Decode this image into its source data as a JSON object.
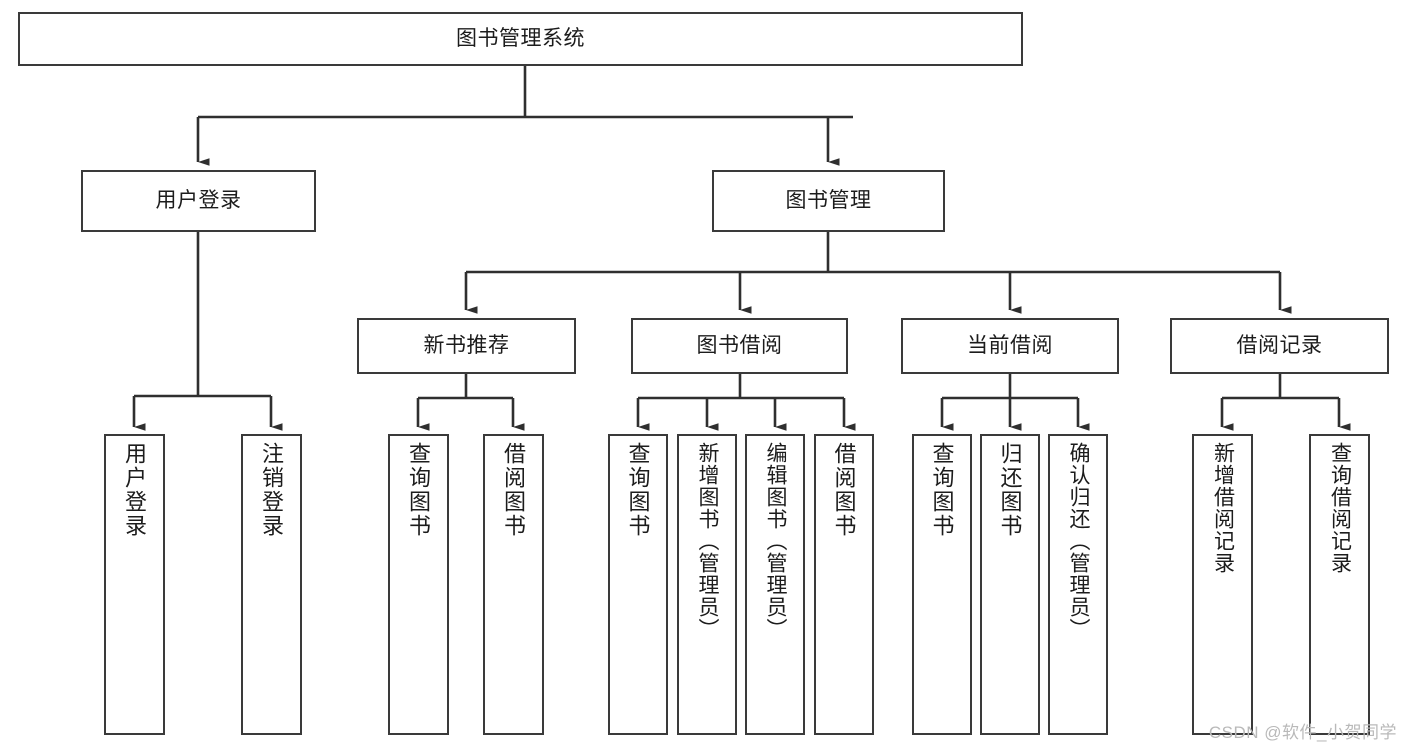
{
  "diagram": {
    "title": "图书管理系统",
    "type": "tree-hierarchy-chart",
    "stroke_color": "#3a3a3a",
    "background_color": "#ffffff",
    "watermark": "CSDN @软件_小贺同学"
  },
  "nodes": {
    "root": {
      "label": "图书管理系统"
    },
    "tier2": [
      {
        "label": "用户登录"
      },
      {
        "label": "图书管理"
      }
    ],
    "tier3": [
      {
        "label": "新书推荐"
      },
      {
        "label": "图书借阅"
      },
      {
        "label": "当前借阅"
      },
      {
        "label": "借阅记录"
      }
    ],
    "leaves": {
      "user_login": [
        {
          "label": "用户登录"
        },
        {
          "label": "注销登录"
        }
      ],
      "new_book_recommend": [
        {
          "label": "查询图书"
        },
        {
          "label": "借阅图书"
        }
      ],
      "book_borrow": [
        {
          "label": "查询图书"
        },
        {
          "label": "新增图书（管理员）"
        },
        {
          "label": "编辑图书（管理员）"
        },
        {
          "label": "借阅图书"
        }
      ],
      "current_borrow": [
        {
          "label": "查询图书"
        },
        {
          "label": "归还图书"
        },
        {
          "label": "确认归还（管理员）"
        }
      ],
      "borrow_record": [
        {
          "label": "新增借阅记录"
        },
        {
          "label": "查询借阅记录"
        }
      ]
    }
  },
  "chart_data": {
    "type": "tree",
    "title": "图书管理系统",
    "root": "图书管理系统",
    "edges": [
      [
        "图书管理系统",
        "用户登录"
      ],
      [
        "图书管理系统",
        "图书管理"
      ],
      [
        "用户登录",
        "用户登录"
      ],
      [
        "用户登录",
        "注销登录"
      ],
      [
        "图书管理",
        "新书推荐"
      ],
      [
        "图书管理",
        "图书借阅"
      ],
      [
        "图书管理",
        "当前借阅"
      ],
      [
        "图书管理",
        "借阅记录"
      ],
      [
        "新书推荐",
        "查询图书"
      ],
      [
        "新书推荐",
        "借阅图书"
      ],
      [
        "图书借阅",
        "查询图书"
      ],
      [
        "图书借阅",
        "新增图书（管理员）"
      ],
      [
        "图书借阅",
        "编辑图书（管理员）"
      ],
      [
        "图书借阅",
        "借阅图书"
      ],
      [
        "当前借阅",
        "查询图书"
      ],
      [
        "当前借阅",
        "归还图书"
      ],
      [
        "当前借阅",
        "确认归还（管理员）"
      ],
      [
        "借阅记录",
        "新增借阅记录"
      ],
      [
        "借阅记录",
        "查询借阅记录"
      ]
    ],
    "levels": 4,
    "node_count": 20
  }
}
